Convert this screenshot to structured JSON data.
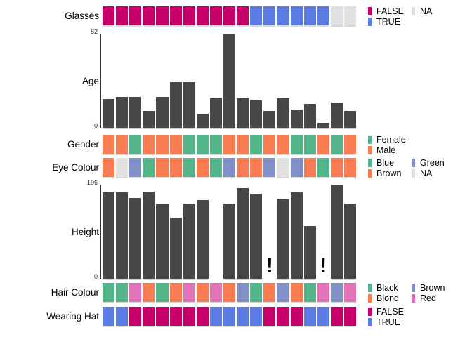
{
  "chart_data": {
    "type": "table",
    "n_observations": 19,
    "bar_color": "#474747",
    "axis_color": "#333333",
    "variables": [
      {
        "name": "Glasses",
        "kind": "tiles",
        "values": [
          "FALSE",
          "FALSE",
          "FALSE",
          "FALSE",
          "FALSE",
          "FALSE",
          "FALSE",
          "FALSE",
          "FALSE",
          "FALSE",
          "FALSE",
          "TRUE",
          "TRUE",
          "TRUE",
          "TRUE",
          "TRUE",
          "TRUE",
          "NA",
          "NA"
        ],
        "palette": {
          "FALSE": "#C5006A",
          "TRUE": "#5B7BE5",
          "NA": "#E0E0E0"
        },
        "legend_columns": [
          [
            "FALSE",
            "TRUE"
          ],
          [
            "NA"
          ]
        ]
      },
      {
        "name": "Age",
        "kind": "bars",
        "axis_max_label": "82",
        "axis_min_label": "0",
        "ylim": [
          0,
          82
        ],
        "values": [
          25,
          27,
          27,
          15,
          27,
          40,
          40,
          12,
          26,
          82,
          26,
          24,
          15,
          26,
          16,
          21,
          4,
          22,
          15
        ]
      },
      {
        "name": "Gender",
        "kind": "tiles",
        "values": [
          "Male",
          "Male",
          "Female",
          "Male",
          "Male",
          "Male",
          "Female",
          "Female",
          "Female",
          "Male",
          "Male",
          "Female",
          "Male",
          "Male",
          "Female",
          "Female",
          "Male",
          "Female",
          "Male"
        ],
        "palette": {
          "Female": "#55B58A",
          "Male": "#F97C53"
        },
        "legend_columns": [
          [
            "Female",
            "Male"
          ]
        ]
      },
      {
        "name": "Eye Colour",
        "kind": "tiles",
        "values": [
          "Brown",
          "NA",
          "Green",
          "Blue",
          "Brown",
          "Brown",
          "Blue",
          "Brown",
          "Blue",
          "Green",
          "Brown",
          "Brown",
          "Green",
          "NA",
          "Green",
          "Brown",
          "Blue",
          "Brown",
          "Brown"
        ],
        "palette": {
          "Blue": "#55B58A",
          "Brown": "#F97C53",
          "Green": "#8190C6",
          "NA": "#E0E0E0"
        },
        "legend_columns": [
          [
            "Blue",
            "Brown"
          ],
          [
            "Green",
            "NA"
          ]
        ]
      },
      {
        "name": "Height",
        "kind": "bars",
        "axis_max_label": "196",
        "axis_min_label": "0",
        "ylim": [
          0,
          196
        ],
        "values": [
          180,
          180,
          168,
          181,
          156,
          127,
          156,
          164,
          null,
          156,
          188,
          177,
          null,
          167,
          180,
          110,
          null,
          196,
          157
        ],
        "missing_marker": "!",
        "marker_indices": [
          12,
          16
        ]
      },
      {
        "name": "Hair Colour",
        "kind": "tiles",
        "values": [
          "Black",
          "Black",
          "Red",
          "Blond",
          "Black",
          "Blond",
          "Red",
          "Blond",
          "Red",
          "Blond",
          "Brown",
          "Black",
          "Blond",
          "Brown",
          "Blond",
          "Black",
          "Red",
          "Brown",
          "Red"
        ],
        "palette": {
          "Black": "#55B58A",
          "Blond": "#F97C53",
          "Brown": "#8190C6",
          "Red": "#E173B6"
        },
        "legend_columns": [
          [
            "Black",
            "Blond"
          ],
          [
            "Brown",
            "Red"
          ]
        ]
      },
      {
        "name": "Wearing Hat",
        "kind": "tiles",
        "values": [
          "TRUE",
          "TRUE",
          "FALSE",
          "FALSE",
          "FALSE",
          "FALSE",
          "FALSE",
          "FALSE",
          "TRUE",
          "TRUE",
          "TRUE",
          "TRUE",
          "FALSE",
          "FALSE",
          "FALSE",
          "TRUE",
          "TRUE",
          "FALSE",
          "FALSE"
        ],
        "palette": {
          "FALSE": "#C5006A",
          "TRUE": "#5B7BE5"
        },
        "legend_columns": [
          [
            "FALSE",
            "TRUE"
          ]
        ]
      }
    ]
  }
}
